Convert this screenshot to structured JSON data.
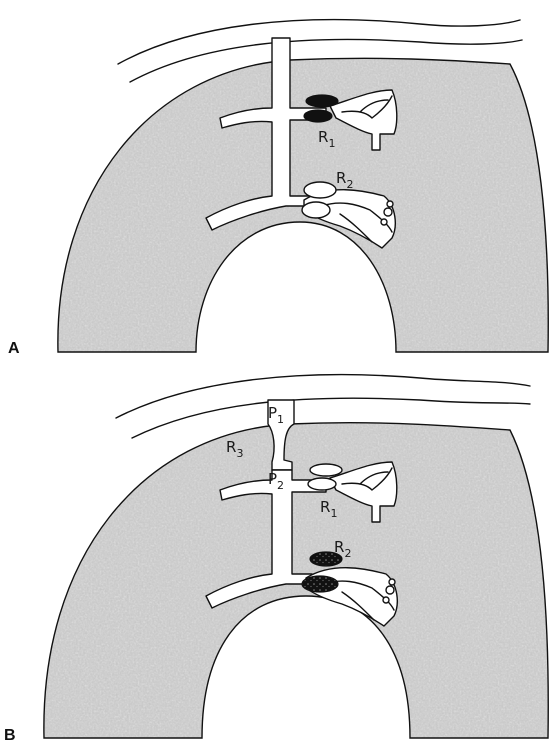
{
  "panels": [
    {
      "id": "A",
      "label": "A",
      "markers": [
        {
          "letter": "R",
          "sub": "1"
        },
        {
          "letter": "R",
          "sub": "2"
        }
      ]
    },
    {
      "id": "B",
      "label": "B",
      "markers": [
        {
          "letter": "P",
          "sub": "1"
        },
        {
          "letter": "R",
          "sub": "3"
        },
        {
          "letter": "P",
          "sub": "2"
        },
        {
          "letter": "R",
          "sub": "1"
        },
        {
          "letter": "R",
          "sub": "2"
        }
      ]
    }
  ],
  "colors": {
    "wall_fill": "#c9c9c9",
    "ink": "#111111",
    "vessel": "#ffffff"
  }
}
